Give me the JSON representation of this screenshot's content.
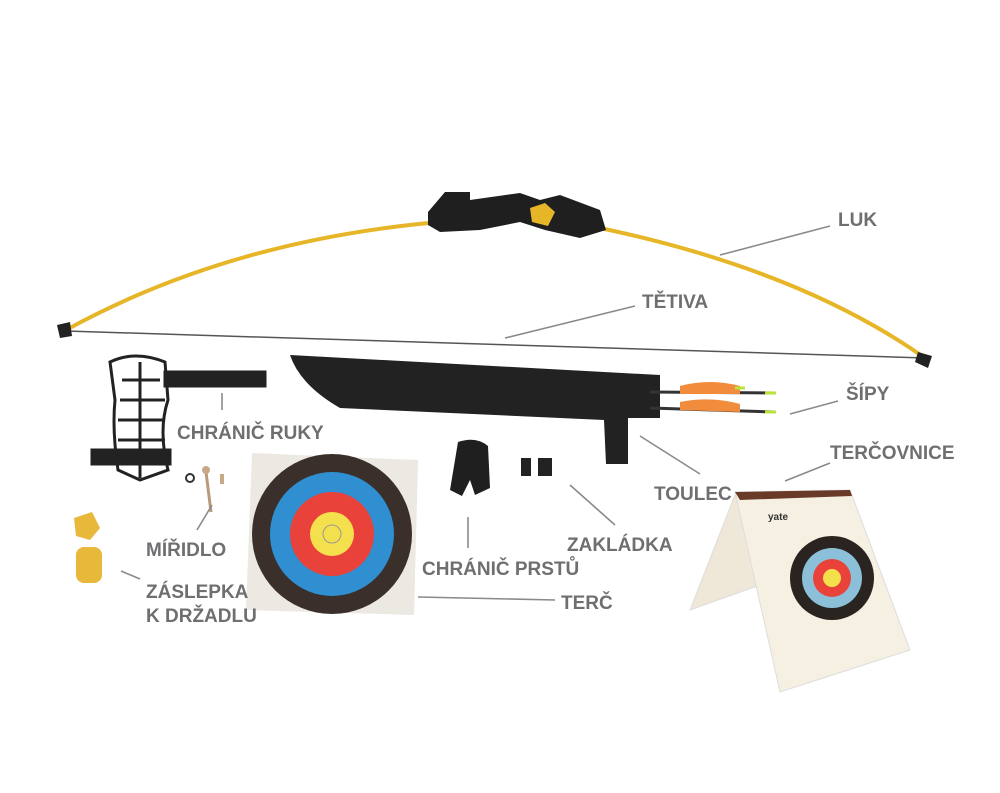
{
  "labels": {
    "bow": "LUK",
    "string": "TĚTIVA",
    "arrows": "ŠÍPY",
    "target_stand": "TERČOVNICE",
    "quiver": "TOULEC",
    "arm_guard": "CHRÁNIČ RUKY",
    "sight": "MÍŘIDLO",
    "grip_cap_line1": "ZÁSLEPKA",
    "grip_cap_line2": "K DRŽADLU",
    "finger_guard": "CHRÁNIČ PRSTŮ",
    "arrow_rest": "ZAKLÁDKA",
    "target_face": "TERČ"
  },
  "brand": "yate",
  "colors": {
    "label": "#6f6f72",
    "limb": "#f1c232",
    "ring_gold": "#f4e04d",
    "ring_red": "#e8423a",
    "ring_blue": "#2f8fd0",
    "ring_black": "#3a2f2a"
  }
}
